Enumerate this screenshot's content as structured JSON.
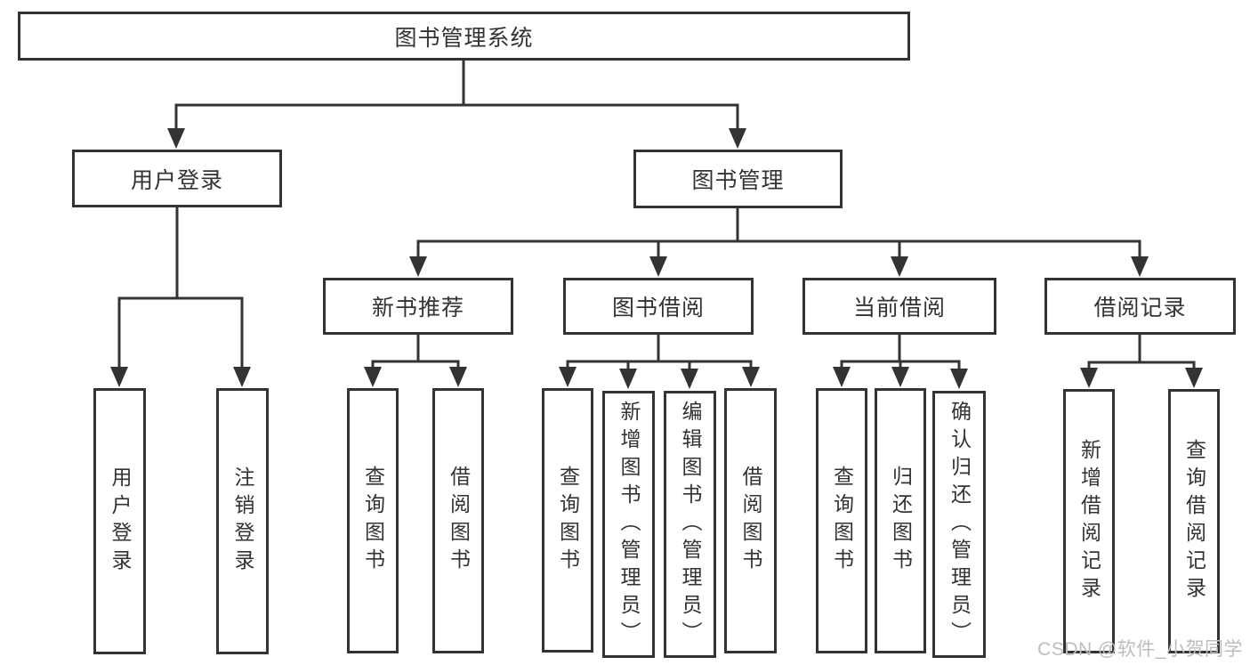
{
  "diagram": {
    "root": {
      "label": "图书管理系统"
    },
    "level2": [
      {
        "label": "用户登录"
      },
      {
        "label": "图书管理"
      }
    ],
    "level3": [
      {
        "label": "新书推荐"
      },
      {
        "label": "图书借阅"
      },
      {
        "label": "当前借阅"
      },
      {
        "label": "借阅记录"
      }
    ],
    "leaves": {
      "user_login": [
        {
          "label": "用户登录"
        },
        {
          "label": "注销登录"
        }
      ],
      "new_book_recommend": [
        {
          "label": "查询图书"
        },
        {
          "label": "借阅图书"
        }
      ],
      "book_borrow": [
        {
          "label": "查询图书"
        },
        {
          "label": "新增图书（管理员）"
        },
        {
          "label": "编辑图书（管理员）"
        },
        {
          "label": "借阅图书"
        }
      ],
      "current_borrow": [
        {
          "label": "查询图书"
        },
        {
          "label": "归还图书"
        },
        {
          "label": "确认归还（管理员）"
        }
      ],
      "borrow_records": [
        {
          "label": "新增借阅记录"
        },
        {
          "label": "查询借阅记录"
        }
      ]
    },
    "watermark": {
      "text": "CSDN @软件_小贺同学"
    },
    "colors": {
      "line": "#333333",
      "text": "#333333",
      "box_background": "#ffffff",
      "page_background": "#ffffff",
      "watermark": "#bdbdbd"
    }
  }
}
